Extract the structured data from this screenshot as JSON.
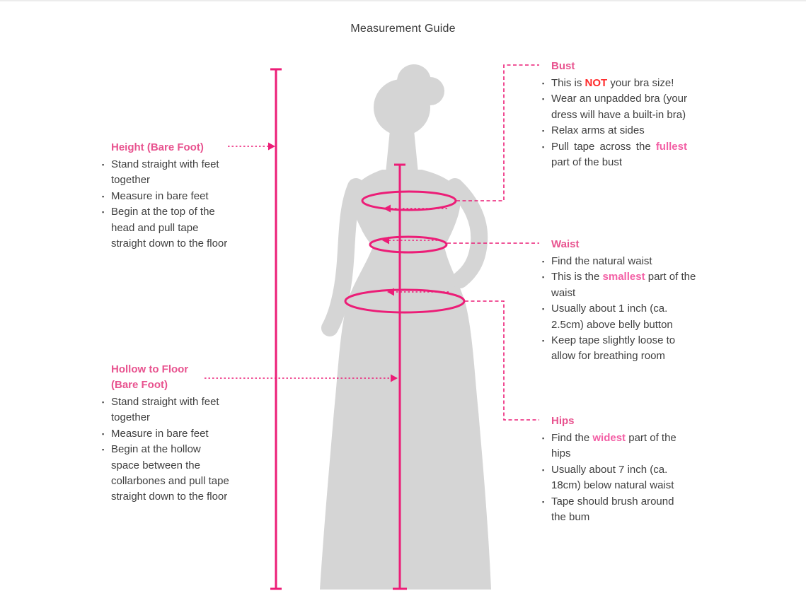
{
  "title": "Measurement Guide",
  "bullet_char": "▪",
  "colors": {
    "line_pink": "#EC1D77",
    "heading_pink": "#E8538F",
    "highlight_pink": "#F35FA5",
    "highlight_red": "#FF2B2B",
    "silhouette": "#D5D5D5",
    "text": "#3F3F3F"
  },
  "left_sections": [
    {
      "id": "height",
      "heading": "Height (Bare Foot)",
      "bullets": [
        [
          {
            "t": "Stand straight with feet together"
          }
        ],
        [
          {
            "t": "Measure in bare feet"
          }
        ],
        [
          {
            "t": "Begin at the top of the head and pull tape straight down to the floor"
          }
        ]
      ]
    },
    {
      "id": "hollow",
      "heading": "Hollow to Floor\n(Bare Foot)",
      "bullets": [
        [
          {
            "t": "Stand straight with feet together"
          }
        ],
        [
          {
            "t": "Measure in bare feet"
          }
        ],
        [
          {
            "t": "Begin at the hollow space between the collarbones and pull tape straight down to the floor"
          }
        ]
      ]
    }
  ],
  "right_sections": [
    {
      "id": "bust",
      "heading": "Bust",
      "bullets": [
        [
          {
            "t": "This is "
          },
          {
            "t": "NOT",
            "c": "red"
          },
          {
            "t": " your bra size!"
          }
        ],
        [
          {
            "t": "Wear an unpadded bra (your dress will have a built-in bra)"
          }
        ],
        [
          {
            "t": "Relax arms at sides"
          }
        ],
        [
          {
            "t": "Pull tape across the "
          },
          {
            "t": "fullest",
            "c": "pink"
          },
          {
            "t": " part of the bust"
          }
        ]
      ]
    },
    {
      "id": "waist",
      "heading": "Waist",
      "bullets": [
        [
          {
            "t": "Find the natural waist"
          }
        ],
        [
          {
            "t": "This is the "
          },
          {
            "t": "smallest",
            "c": "pink"
          },
          {
            "t": " part of the waist"
          }
        ],
        [
          {
            "t": "Usually about 1 inch (ca. 2.5cm) above belly button"
          }
        ],
        [
          {
            "t": "Keep tape slightly loose to allow for breathing room"
          }
        ]
      ]
    },
    {
      "id": "hips",
      "heading": "Hips",
      "bullets": [
        [
          {
            "t": "Find the "
          },
          {
            "t": "widest",
            "c": "pink"
          },
          {
            "t": " part of the hips"
          }
        ],
        [
          {
            "t": "Usually about 7 inch (ca. 18cm) below natural waist"
          }
        ],
        [
          {
            "t": "Tape should brush around the bum"
          }
        ]
      ]
    }
  ]
}
